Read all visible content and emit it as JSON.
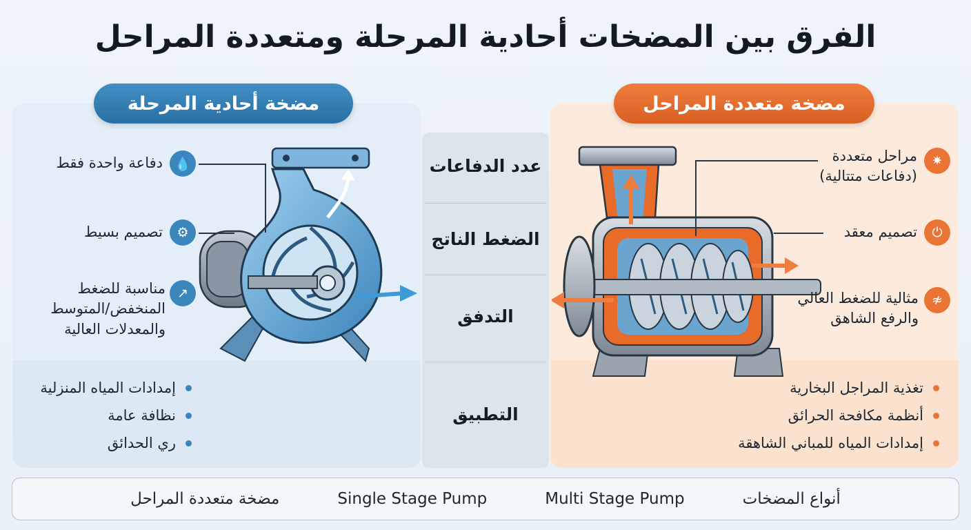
{
  "title": "الفرق بين المضخات أحادية المرحلة ومتعددة المراحل",
  "left": {
    "heading": "مضخة أحادية المرحلة",
    "features": [
      {
        "icon": "water-drop-icon",
        "glyph": "💧",
        "text": "دفاعة واحدة فقط"
      },
      {
        "icon": "gear-icon",
        "glyph": "⚙",
        "text": "تصميم بسيط"
      },
      {
        "icon": "trend-up-icon",
        "glyph": "↗",
        "line1": "مناسبة للضغط",
        "line2": "المنخفض/المتوسط",
        "line3": "والمعدلات العالية"
      }
    ],
    "applications": [
      "إمدادات المياه المنزلية",
      "نظافة عامة",
      "ري الحدائق"
    ]
  },
  "right": {
    "heading": "مضخة متعددة المراحل",
    "features": [
      {
        "icon": "gear-icon",
        "glyph": "✷",
        "line1": "مراحل متعددة",
        "line2": "(دفاعات متتالية)"
      },
      {
        "icon": "power-icon",
        "glyph": "⏻",
        "text": "تصميم معقد"
      },
      {
        "icon": "pressure-icon",
        "glyph": "≉",
        "line1": "مثالية للضغط العالي",
        "line2": "والرفع الشاهق"
      }
    ],
    "applications": [
      "تغذية المراجل البخارية",
      "أنظمة مكافحة الحرائق",
      "إمدادات المياه للمباني الشاهقة"
    ]
  },
  "center": {
    "labels": [
      "عدد الدفاعات",
      "الضغط الناتج",
      "التدفق",
      "التطبيق"
    ]
  },
  "footer": {
    "items": [
      "أنواع المضخات",
      "Multi Stage Pump",
      "Single Stage Pump",
      "مضخة متعددة المراحل"
    ]
  },
  "colors": {
    "blue": "#3a86bd",
    "orange": "#ea7434"
  }
}
